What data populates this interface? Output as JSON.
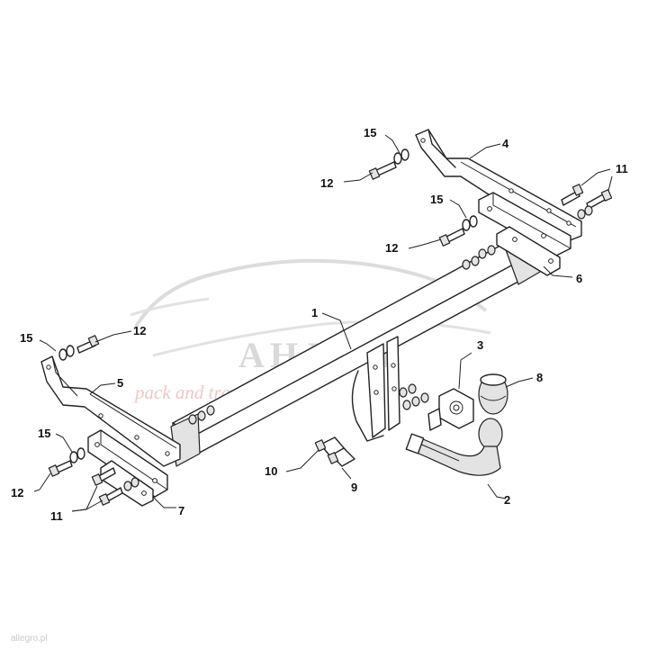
{
  "diagram": {
    "labels": [
      {
        "id": "1",
        "text": "1"
      },
      {
        "id": "2",
        "text": "2"
      },
      {
        "id": "3",
        "text": "3"
      },
      {
        "id": "4",
        "text": "4"
      },
      {
        "id": "5",
        "text": "5"
      },
      {
        "id": "6",
        "text": "6"
      },
      {
        "id": "7",
        "text": "7"
      },
      {
        "id": "8",
        "text": "8"
      },
      {
        "id": "9",
        "text": "9"
      },
      {
        "id": "10",
        "text": "10"
      },
      {
        "id": "11a",
        "text": "11"
      },
      {
        "id": "11b",
        "text": "11"
      },
      {
        "id": "12a",
        "text": "12"
      },
      {
        "id": "12b",
        "text": "12"
      },
      {
        "id": "12c",
        "text": "12"
      },
      {
        "id": "12d",
        "text": "12"
      },
      {
        "id": "15a",
        "text": "15"
      },
      {
        "id": "15b",
        "text": "15"
      },
      {
        "id": "15c",
        "text": "15"
      },
      {
        "id": "15d",
        "text": "15"
      }
    ]
  },
  "watermark": {
    "brand": "АНЛКА",
    "tagline": "pack and travel"
  },
  "credit": "allegro.pl"
}
